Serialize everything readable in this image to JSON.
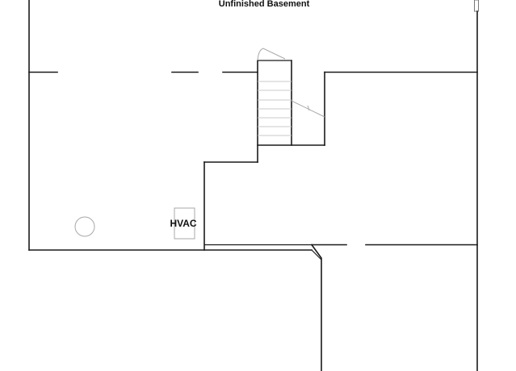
{
  "plan": {
    "room_label": "Unfinished Basement",
    "hvac_label": "HVAC"
  },
  "icons": {
    "water_heater": "circle",
    "hvac_unit": "square"
  }
}
